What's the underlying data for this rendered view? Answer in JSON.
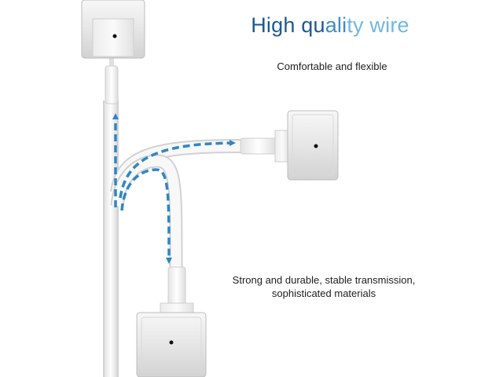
{
  "headline": {
    "part1": "High qu",
    "part2": "ali",
    "part3": "ty wire"
  },
  "caption_flexible": "Comfortable and flexible",
  "caption_durable": {
    "line1": "Strong and durable, stable transmission,",
    "line2": "sophisticated materials"
  },
  "colors": {
    "headline_dark": "#1d5a93",
    "headline_mid": "#3c8fc4",
    "headline_light": "#6fb8e1",
    "arrow": "#2f86c2",
    "cable": "#ffffff",
    "cable_outline": "#d2d2d2"
  },
  "icons": {
    "connector": "magsafe-2-connector",
    "arrows": "dashed-direction-arrow"
  }
}
